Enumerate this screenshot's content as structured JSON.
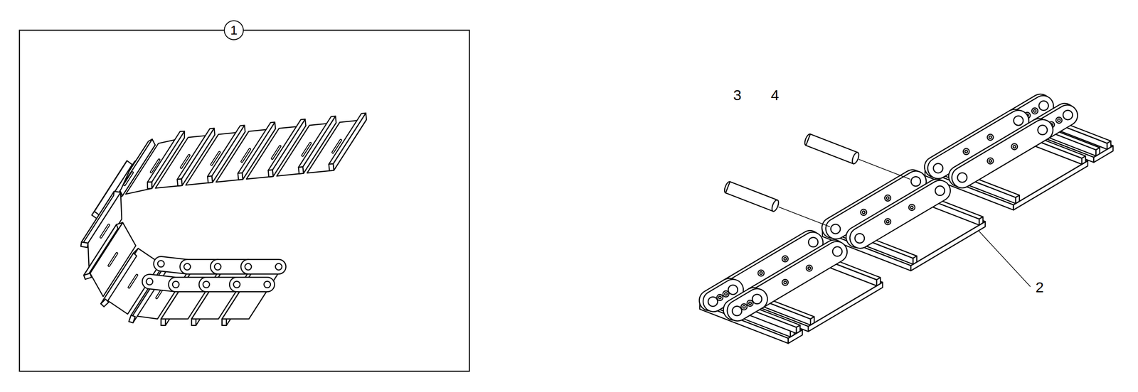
{
  "diagram": {
    "nodes": [
      {
        "text": [
          "1"
        ]
      }
    ],
    "labels": [
      "3",
      "4",
      "2"
    ]
  }
}
